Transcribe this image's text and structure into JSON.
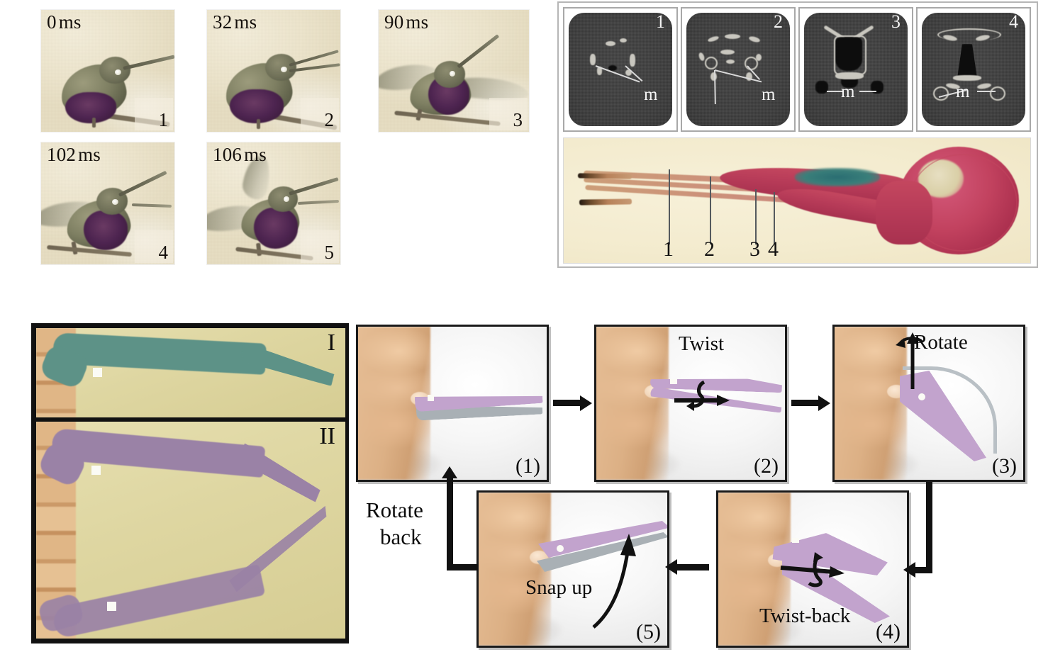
{
  "figure": {
    "domain": "scientific-figure",
    "panels": [
      "hummingbird-sequence",
      "ct-scans-and-tongue",
      "bilayer-strips",
      "manipulation-sequence"
    ]
  },
  "hummingbird_sequence": {
    "frames": [
      {
        "time": "0",
        "unit": "ms",
        "number": "1"
      },
      {
        "time": "32",
        "unit": "ms",
        "number": "2"
      },
      {
        "time": "90",
        "unit": "ms",
        "number": "3"
      },
      {
        "time": "102",
        "unit": "ms",
        "number": "4"
      },
      {
        "time": "106",
        "unit": "ms",
        "number": "5"
      }
    ]
  },
  "ct_panel": {
    "slices": [
      {
        "number": "1",
        "marker": "m"
      },
      {
        "number": "2",
        "marker": "m"
      },
      {
        "number": "3",
        "marker": "m"
      },
      {
        "number": "4",
        "marker": "m"
      }
    ]
  },
  "tongue_panel": {
    "callouts": [
      "1",
      "2",
      "3",
      "4"
    ]
  },
  "strips_panel": {
    "items": [
      {
        "roman": "I",
        "color": "#5d9287",
        "name": "teal-strip"
      },
      {
        "roman": "II",
        "color": "#9a82a6",
        "name": "purple-strip"
      }
    ]
  },
  "flow_panel": {
    "steps": [
      {
        "number": "(1)",
        "label": ""
      },
      {
        "number": "(2)",
        "label": "Twist"
      },
      {
        "number": "(3)",
        "label": "Rotate"
      },
      {
        "number": "(4)",
        "label": "Twist-back"
      },
      {
        "number": "(5)",
        "label": "Snap up"
      }
    ],
    "return_label_line1": "Rotate",
    "return_label_line2": "back"
  },
  "colors": {
    "teal_strip": "#5d9287",
    "purple_strip": "#9a82a6",
    "blade_purple": "#c2a3cd",
    "blade_gray": "#a9b0b5",
    "tongue_red": "#b83c59",
    "photo_cream": "#efe8d2",
    "ct_gray": "#3c3c3c",
    "frame_black": "#111111"
  }
}
